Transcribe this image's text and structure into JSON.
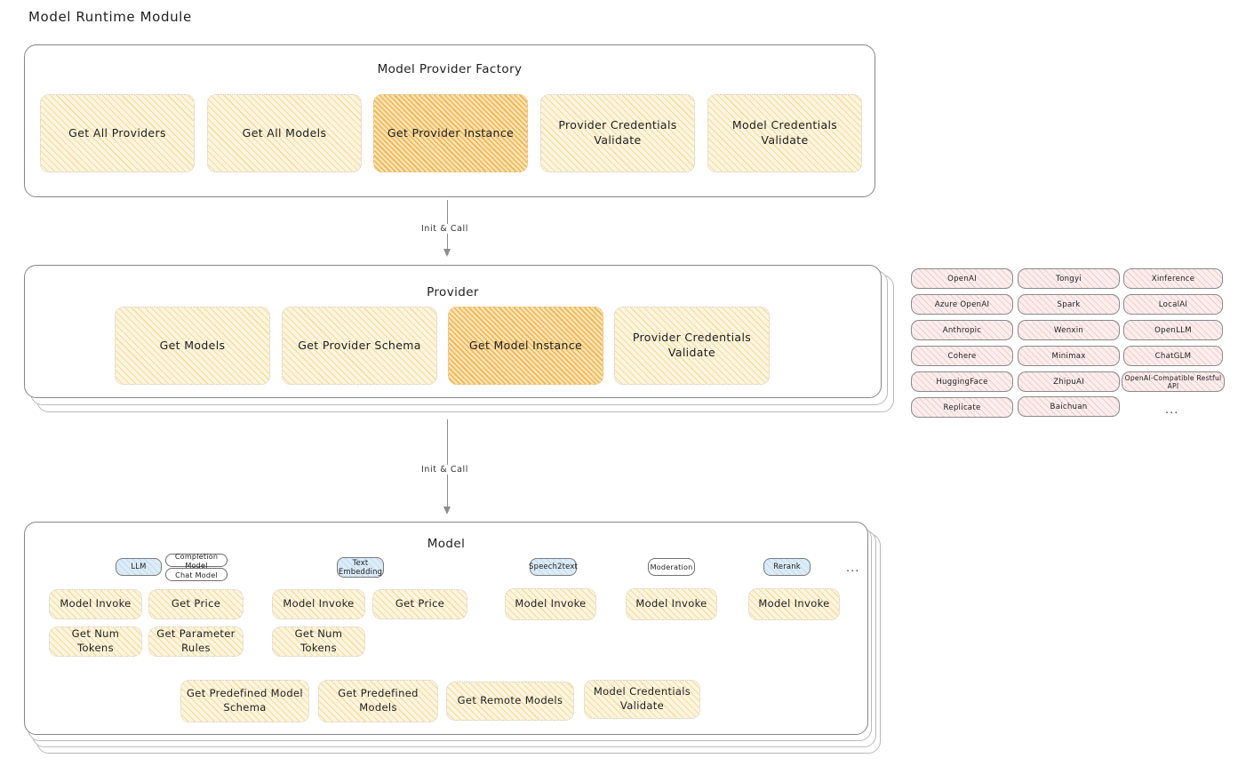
{
  "page": {
    "title": "Model Runtime Module"
  },
  "factory": {
    "title": "Model Provider Factory",
    "items": [
      {
        "label": "Get All Providers",
        "highlight": false
      },
      {
        "label": "Get All Models",
        "highlight": false
      },
      {
        "label": "Get Provider Instance",
        "highlight": true
      },
      {
        "label": "Provider Credentials Validate",
        "highlight": false
      },
      {
        "label": "Model Credentials Validate",
        "highlight": false
      }
    ]
  },
  "arrows": [
    {
      "label": "Init & Call"
    },
    {
      "label": "Init & Call"
    }
  ],
  "provider": {
    "title": "Provider",
    "items": [
      {
        "label": "Get Models",
        "highlight": false
      },
      {
        "label": "Get Provider Schema",
        "highlight": false
      },
      {
        "label": "Get Model Instance",
        "highlight": true
      },
      {
        "label": "Provider Credentials Validate",
        "highlight": false
      }
    ]
  },
  "provider_list": {
    "columns": [
      [
        "OpenAI",
        "Azure OpenAI",
        "Anthropic",
        "Cohere",
        "HuggingFace",
        "Replicate"
      ],
      [
        "Tongyi",
        "Spark",
        "Wenxin",
        "Minimax",
        "ZhipuAI",
        "Baichuan"
      ],
      [
        "Xinference",
        "LocalAI",
        "OpenLLM",
        "ChatGLM",
        "OpenAI-Compatible Restful API"
      ]
    ],
    "more": "..."
  },
  "model": {
    "title": "Model",
    "more": "...",
    "types": [
      {
        "name": "LLM",
        "style": "blue",
        "sub_labels": [
          "Completion Model",
          "Chat Model"
        ],
        "methods": [
          "Model Invoke",
          "Get Price",
          "Get Num Tokens",
          "Get Parameter Rules"
        ]
      },
      {
        "name": "Text Embedding",
        "style": "blue",
        "sub_labels": [],
        "methods": [
          "Model Invoke",
          "Get Price",
          "Get Num Tokens"
        ]
      },
      {
        "name": "Speech2text",
        "style": "blue",
        "sub_labels": [],
        "methods": [
          "Model Invoke"
        ]
      },
      {
        "name": "Moderation",
        "style": "white",
        "sub_labels": [],
        "methods": [
          "Model Invoke"
        ]
      },
      {
        "name": "Rerank",
        "style": "blue",
        "sub_labels": [],
        "methods": [
          "Model Invoke"
        ]
      }
    ],
    "common_methods": [
      "Get Predefined Model Schema",
      "Get Predefined Models",
      "Get Remote Models",
      "Model Credentials Validate"
    ]
  },
  "colors": {
    "yellow_fill": "#fdf5e0",
    "yellow_stroke": "#f0c75e",
    "yellow_highlight_fill": "#fbe3b4",
    "yellow_highlight_stroke": "#eda935",
    "pink_fill": "#fdeeee",
    "blue_fill": "#dcecf8",
    "frame_stroke": "#868686",
    "ink": "#1e1e1e"
  }
}
